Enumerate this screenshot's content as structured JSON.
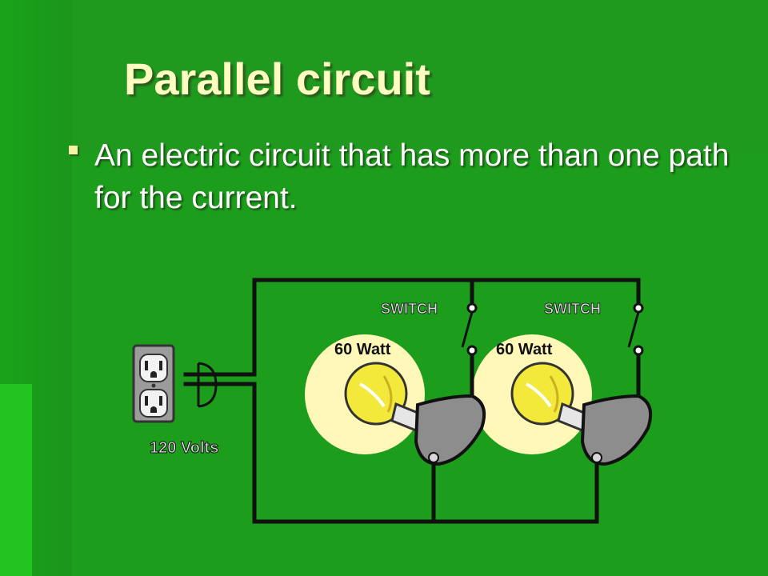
{
  "slide": {
    "title": "Parallel circuit",
    "bullet_text": "An electric circuit that has more than one path for the current."
  },
  "diagram": {
    "outlet_label": "120 Volts",
    "branches": [
      {
        "switch_label": "SWITCH",
        "bulb_label": "60 Watt"
      },
      {
        "switch_label": "SWITCH",
        "bulb_label": "60 Watt"
      }
    ]
  },
  "colors": {
    "background": "#1f9a1f",
    "title": "#fefcc0",
    "text": "#ffffff",
    "bulb_glow": "#fff8b0",
    "bulb": "#f3e93a",
    "wire": "#111111"
  }
}
